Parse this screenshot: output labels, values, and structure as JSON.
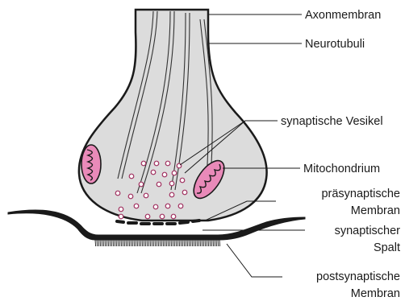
{
  "labels": {
    "axon_membrane": "Axonmembran",
    "neurotubules": "Neurotubuli",
    "synaptic_vesicles": "synaptische Vesikel",
    "mitochondrion": "Mitochondrium",
    "presynaptic_membrane_line1": "präsynaptische",
    "presynaptic_membrane_line2": "Membran",
    "synaptic_cleft_line1": "synaptischer",
    "synaptic_cleft_line2": "Spalt",
    "postsynaptic_membrane_line1": "postsynaptische",
    "postsynaptic_membrane_line2": "Membran"
  },
  "colors": {
    "terminal_fill": "#dcdcdc",
    "outline": "#1a1a1a",
    "mitochondrion_fill": "#e98ab9",
    "vesicle_stroke": "#a0305f"
  }
}
